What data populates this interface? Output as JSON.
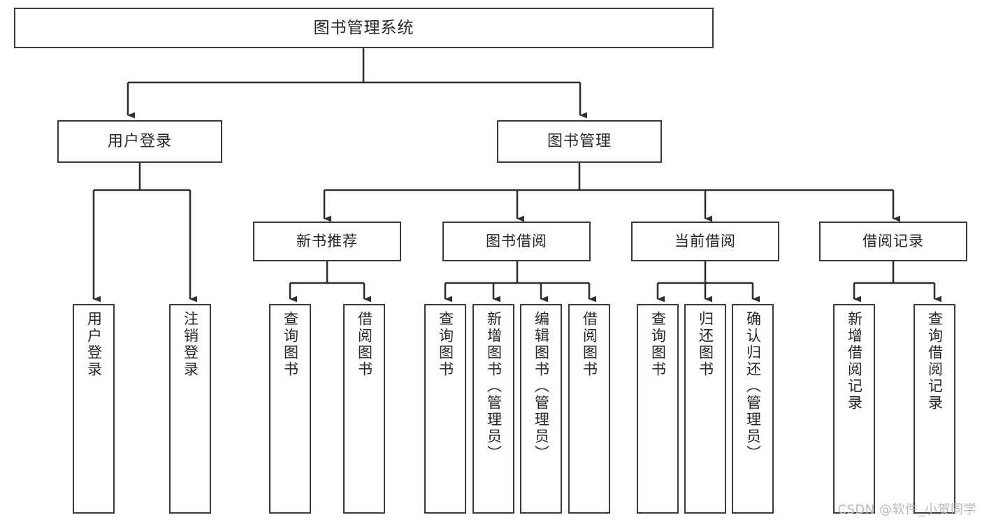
{
  "diagram": {
    "title": "图书管理系统",
    "watermark": "CSDN @软件_小贺同学",
    "type": "tree-hierarchy",
    "orientation": "top-down",
    "edge_color": "#3a3a3a",
    "node_border_color": "#3a3a3a",
    "node_fill_color": "#ffffff",
    "background_color": "#ffffff",
    "root": {
      "id": "root",
      "label": "图书管理系统",
      "level": 0
    },
    "level1": [
      {
        "id": "user-login",
        "label": "用户登录",
        "level": 1
      },
      {
        "id": "book-manage",
        "label": "图书管理",
        "level": 1
      }
    ],
    "level2": [
      {
        "id": "new-book-recommend",
        "label": "新书推荐",
        "level": 2,
        "parent": "book-manage"
      },
      {
        "id": "book-borrow",
        "label": "图书借阅",
        "level": 2,
        "parent": "book-manage"
      },
      {
        "id": "current-borrow",
        "label": "当前借阅",
        "level": 2,
        "parent": "book-manage"
      },
      {
        "id": "borrow-record",
        "label": "借阅记录",
        "level": 2,
        "parent": "book-manage"
      }
    ],
    "leaves": [
      {
        "id": "leaf-user-login",
        "label": "用户登录",
        "parent": "user-login"
      },
      {
        "id": "leaf-user-logout",
        "label": "注销登录",
        "parent": "user-login"
      },
      {
        "id": "leaf-query-book-1",
        "label": "查询图书",
        "parent": "new-book-recommend"
      },
      {
        "id": "leaf-borrow-book-1",
        "label": "借阅图书",
        "parent": "new-book-recommend"
      },
      {
        "id": "leaf-query-book-2",
        "label": "查询图书",
        "parent": "book-borrow"
      },
      {
        "id": "leaf-add-book",
        "label": "新增图书（管理员）",
        "parent": "book-borrow"
      },
      {
        "id": "leaf-edit-book",
        "label": "编辑图书（管理员）",
        "parent": "book-borrow"
      },
      {
        "id": "leaf-borrow-book-2",
        "label": "借阅图书",
        "parent": "book-borrow"
      },
      {
        "id": "leaf-query-book-3",
        "label": "查询图书",
        "parent": "current-borrow"
      },
      {
        "id": "leaf-return-book",
        "label": "归还图书",
        "parent": "current-borrow"
      },
      {
        "id": "leaf-confirm-return",
        "label": "确认归还（管理员）",
        "parent": "current-borrow"
      },
      {
        "id": "leaf-add-record",
        "label": "新增借阅记录",
        "parent": "borrow-record"
      },
      {
        "id": "leaf-query-record",
        "label": "查询借阅记录",
        "parent": "borrow-record"
      }
    ]
  }
}
